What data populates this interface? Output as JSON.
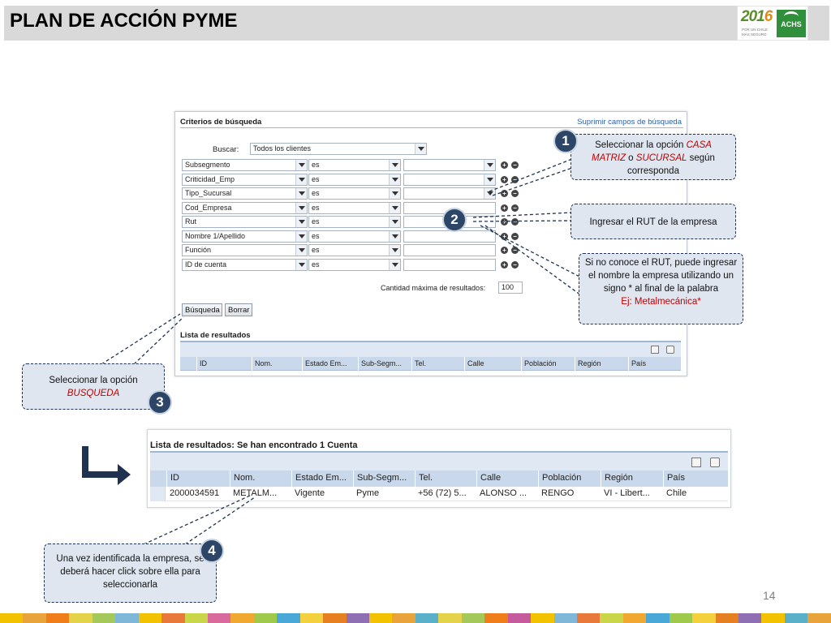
{
  "header": {
    "title": "PLAN DE ACCIÓN PYME",
    "logo_year": "2016",
    "logo_line1": "POR UN CHILE",
    "logo_line2": "MÁS SEGURO",
    "logo_brand": "ACHS"
  },
  "panel1": {
    "criteria_title": "Criterios de búsqueda",
    "suppress_link": "Suprimir campos de búsqueda",
    "buscar_label": "Buscar:",
    "buscar_value": "Todos los clientes",
    "criteria_rows": [
      {
        "field": "Subsegmento",
        "operator": "es"
      },
      {
        "field": "Criticidad_Emp",
        "operator": "es"
      },
      {
        "field": "Tipo_Sucursal",
        "operator": "es"
      },
      {
        "field": "Cod_Empresa",
        "operator": "es"
      },
      {
        "field": "Rut",
        "operator": "es"
      },
      {
        "field": "Nombre 1/Apellido",
        "operator": "es"
      },
      {
        "field": "Función",
        "operator": "es"
      },
      {
        "field": "ID de cuenta",
        "operator": "es"
      }
    ],
    "max_results_label": "Cantidad máxima de resultados:",
    "max_results_value": "100",
    "search_button": "Búsqueda",
    "clear_button": "Borrar",
    "results_title": "Lista de resultados",
    "columns": [
      "ID",
      "Nom.",
      "Estado Em...",
      "Sub-Segm...",
      "Tel.",
      "Calle",
      "Población",
      "Región",
      "País"
    ]
  },
  "panel2": {
    "results_title": "Lista de resultados: Se han encontrado 1 Cuenta",
    "columns": [
      "ID",
      "Nom.",
      "Estado Em...",
      "Sub-Segm...",
      "Tel.",
      "Calle",
      "Población",
      "Región",
      "País"
    ],
    "row": [
      "2000034591",
      "METALM...",
      "Vigente",
      "Pyme",
      "+56 (72) 5...",
      "ALONSO ...",
      "RENGO",
      "VI - Libert...",
      "Chile"
    ]
  },
  "callouts": {
    "c1_pre": "Seleccionar la opción ",
    "c1_casa": "CASA MATRIZ",
    "c1_mid": " o ",
    "c1_sucursal": "SUCURSAL",
    "c1_post": " según corresponda",
    "c2": "Ingresar el RUT de la empresa",
    "c2b_text": "Si no conoce el RUT, puede ingresar el nombre la empresa utilizando un signo * al final de la palabra",
    "c2b_example": "Ej: Metalmecánica*",
    "c3_text": "Seleccionar la opción",
    "c3_option": "BUSQUEDA",
    "c4": "Una vez identificada la empresa, se deberá hacer click sobre ella para seleccionarla"
  },
  "steps": [
    "1",
    "2",
    "3",
    "4"
  ],
  "page_number": "14",
  "colors": {
    "callout_bg": "#dfe6f0",
    "callout_border": "#1f3350",
    "step_badge": "#2d4567",
    "highlight_red": "#c00000",
    "header_bar": "#d9d9d9"
  },
  "bottom_strip_colors": [
    "#f2c200",
    "#e8a33a",
    "#ef7d1a",
    "#e4d34a",
    "#a5c85a",
    "#7fb7d8",
    "#f2c200",
    "#e8793a",
    "#c9d64a",
    "#d86a9c",
    "#f0a830",
    "#9ec94a",
    "#4aa8d8",
    "#f4d03f",
    "#e67e22",
    "#8e6fb4",
    "#f2c200",
    "#e8a33a",
    "#5bb0c9",
    "#e4d34a",
    "#a5c85a",
    "#ef7d1a",
    "#c55a9c",
    "#f2c200",
    "#7fb7d8",
    "#e8793a",
    "#c9d64a",
    "#f0a830",
    "#4aa8d8",
    "#9ec94a",
    "#f4d03f",
    "#e67e22",
    "#8e6fb4",
    "#f2c200",
    "#5bb0c9",
    "#e8a33a"
  ]
}
